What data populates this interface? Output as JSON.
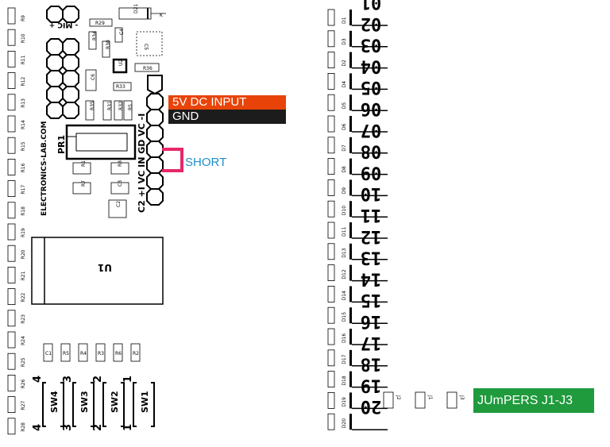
{
  "colors": {
    "input_bg": "#e8440a",
    "gnd_bg": "#1c1c1c",
    "short_text": "#1e8ec9",
    "short_wire": "#e6286a",
    "jumpers_bg": "#1f9a3c"
  },
  "callouts": {
    "input": "5V DC INPUT",
    "gnd": "GND",
    "short": "SHORT",
    "jumpers": "JUmPERS J1-J3"
  },
  "left_resistors": [
    "R9",
    "R10",
    "R11",
    "R12",
    "R13",
    "R14",
    "R15",
    "R16",
    "R17",
    "R18",
    "R19",
    "R20",
    "R21",
    "R22",
    "R23",
    "R24",
    "R25",
    "R26",
    "R27",
    "R28"
  ],
  "top_parts": {
    "mic_label": "- MIC +",
    "d21": "D21",
    "k": "K",
    "r29": "R29",
    "c4": "C4",
    "c5": "C5",
    "r34": "R34",
    "r30": "R30",
    "c6": "C6",
    "u2": "U2",
    "r36": "R36",
    "r33": "R33",
    "r35": "R35",
    "r31": "R31",
    "r32": "R32",
    "r5": "R5",
    "pr1": "PR1",
    "website": "ELECTRONICS-LAB.COM",
    "r1": "R1",
    "r8": "R8",
    "r7": "R7",
    "c3": "C3",
    "c2": "C2",
    "conn_label": "C2 +I VC IN GD VC -I",
    "u1": "U1"
  },
  "bottom_parts": {
    "row": [
      "C1",
      "R5",
      "R4",
      "R3",
      "R6",
      "R2"
    ],
    "switches": [
      "SW4",
      "SW3",
      "SW2",
      "SW1"
    ],
    "switch_numbers": [
      "4",
      "3",
      "2",
      "1"
    ]
  },
  "outputs": {
    "labels": [
      "01",
      "02",
      "03",
      "04",
      "05",
      "06",
      "07",
      "08",
      "09",
      "10",
      "11",
      "12",
      "13",
      "14",
      "15",
      "16",
      "17",
      "18",
      "19",
      "20"
    ],
    "diodes": [
      "D1",
      "D3",
      "D2",
      "D4",
      "D5",
      "D6",
      "D7",
      "D8",
      "D9",
      "D10",
      "D11",
      "D13",
      "D12",
      "D14",
      "D15",
      "D16",
      "D17",
      "D18",
      "D19",
      "D20"
    ]
  },
  "jumpers": [
    "J2",
    "J1",
    "J3"
  ]
}
